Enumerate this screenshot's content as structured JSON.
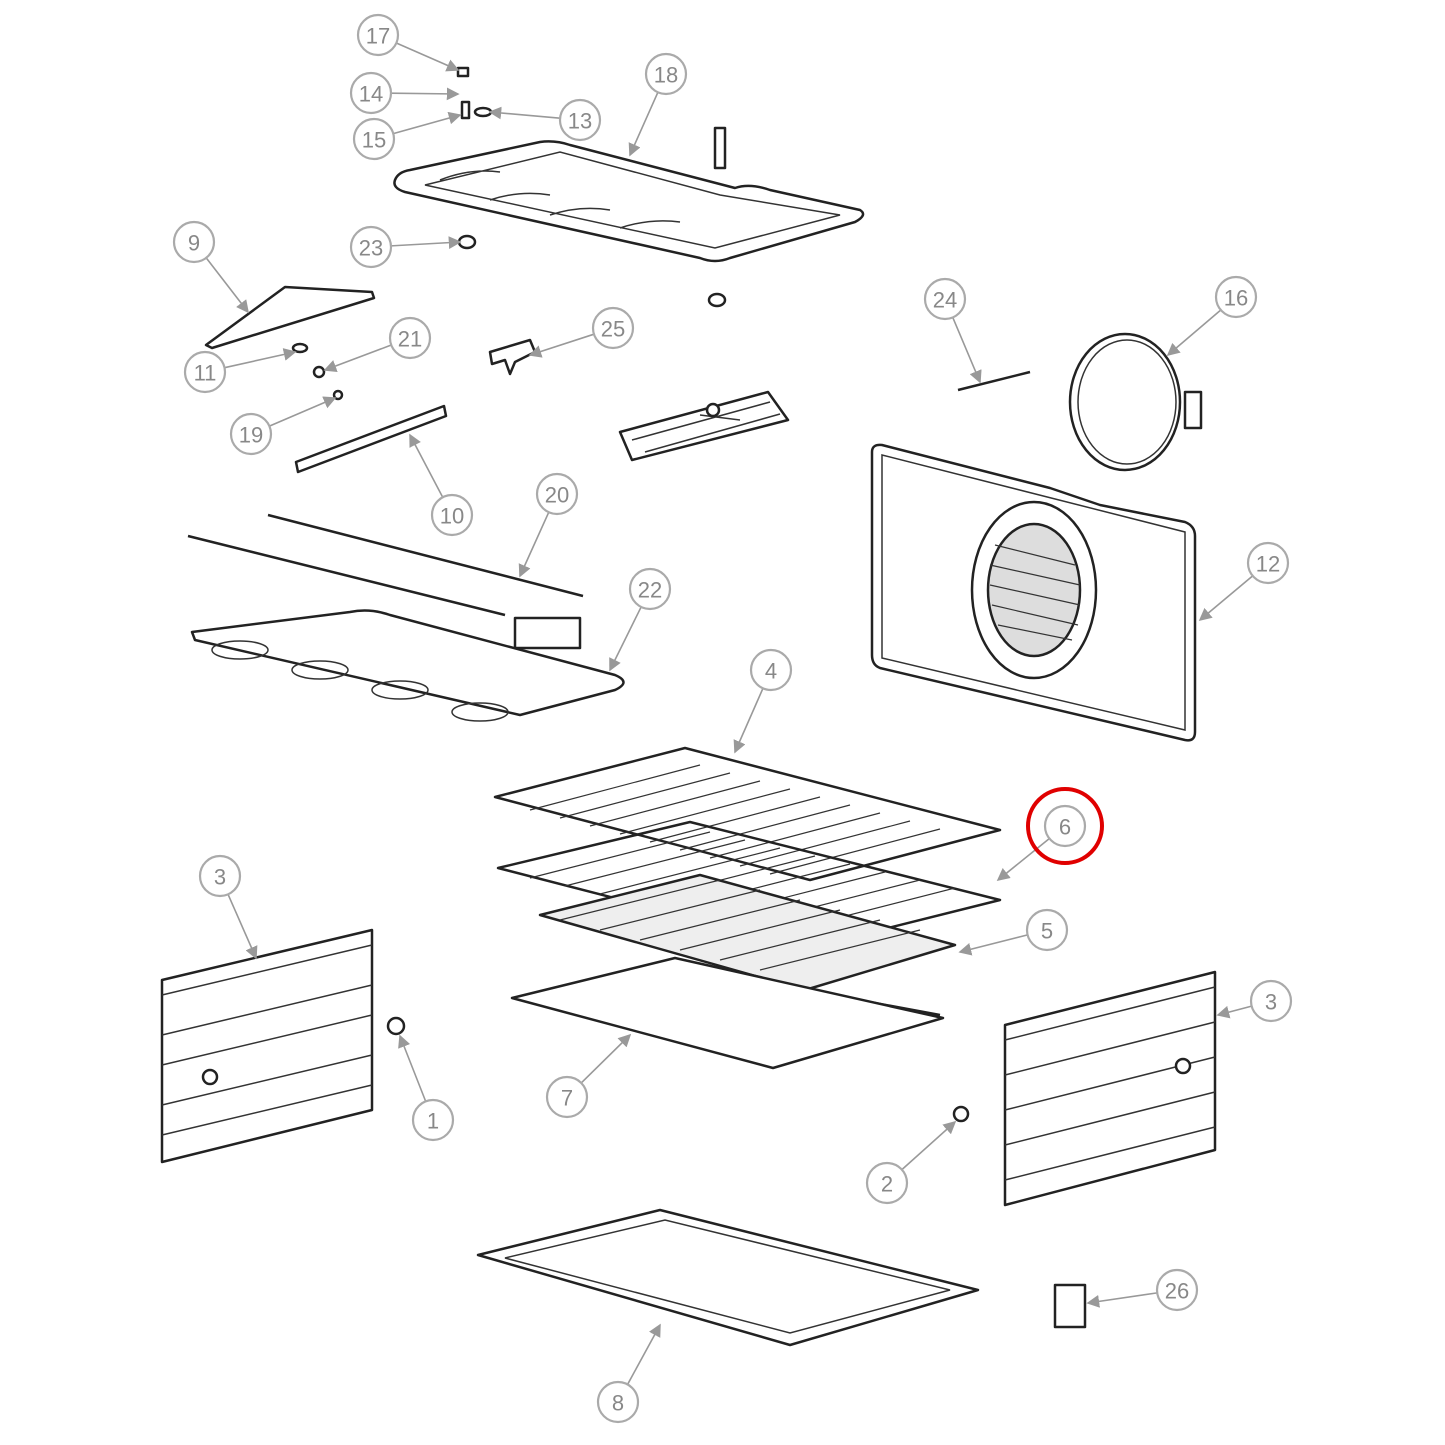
{
  "diagram": {
    "type": "exploded parts diagram of an oven interior",
    "highlight_color": "#e00000",
    "highlighted_callout": "6",
    "callouts": [
      "17",
      "14",
      "15",
      "13",
      "18",
      "9",
      "23",
      "25",
      "21",
      "11",
      "19",
      "10",
      "24",
      "16",
      "20",
      "22",
      "12",
      "4",
      "6",
      "5",
      "3",
      "3",
      "1",
      "7",
      "2",
      "26",
      "8"
    ]
  }
}
